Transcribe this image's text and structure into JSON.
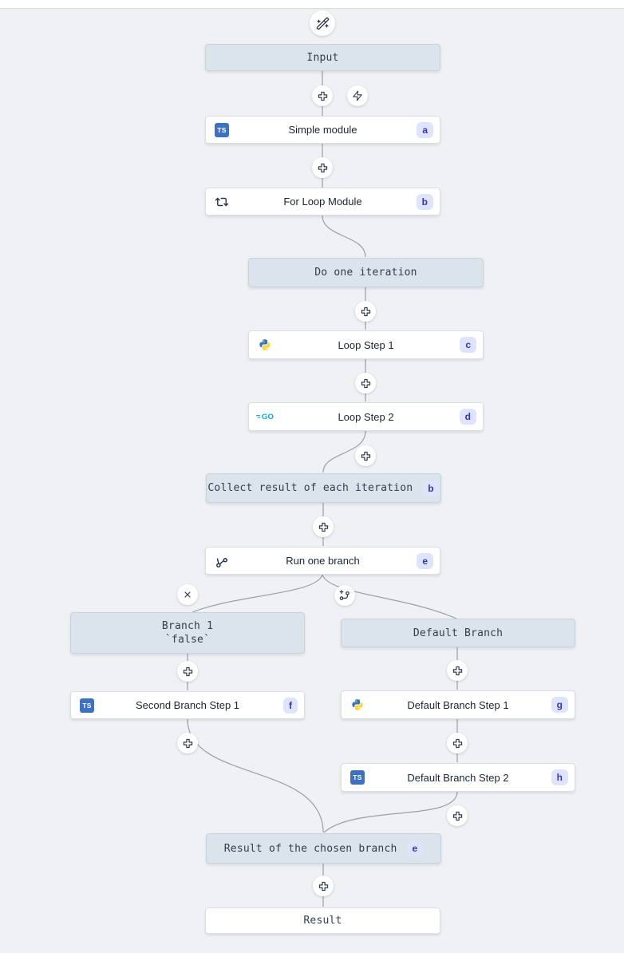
{
  "flow": {
    "nodes": {
      "input": {
        "label": "Input"
      },
      "simple_module": {
        "label": "Simple module",
        "badge": "a",
        "language": "typescript"
      },
      "for_loop": {
        "label": "For Loop Module",
        "badge": "b",
        "kind": "forloop"
      },
      "do_iteration": {
        "label": "Do one iteration"
      },
      "loop_step_1": {
        "label": "Loop Step 1",
        "badge": "c",
        "language": "python"
      },
      "loop_step_2": {
        "label": "Loop Step 2",
        "badge": "d",
        "language": "go"
      },
      "collect_result": {
        "label": "Collect result of each iteration",
        "badge": "b"
      },
      "run_one_branch": {
        "label": "Run one branch",
        "badge": "e",
        "kind": "branch-one"
      },
      "branch_1": {
        "label": "Branch 1",
        "sublabel": "`false`"
      },
      "default_branch": {
        "label": "Default Branch"
      },
      "second_branch_step_1": {
        "label": "Second Branch Step 1",
        "badge": "f",
        "language": "typescript"
      },
      "default_branch_step_1": {
        "label": "Default Branch Step 1",
        "badge": "g",
        "language": "python"
      },
      "default_branch_step_2": {
        "label": "Default Branch Step 2",
        "badge": "h",
        "language": "typescript"
      },
      "result_of_chosen": {
        "label": "Result of the chosen branch",
        "badge": "e"
      },
      "result": {
        "label": "Result"
      }
    },
    "icons": {
      "ts_label": "TS",
      "go_label": "GO"
    },
    "colors": {
      "canvas_bg": "#eff1f4",
      "virtual_node_bg": "#dbe3ed",
      "module_node_bg": "#ffffff",
      "badge_bg": "#e0e4fb",
      "badge_text": "#3336ad",
      "connector": "#9aa0a8",
      "typescript_blue": "#3f72be",
      "python_blue": "#3776ab",
      "python_yellow": "#ffd43b",
      "go_cyan": "#00acd7"
    }
  }
}
